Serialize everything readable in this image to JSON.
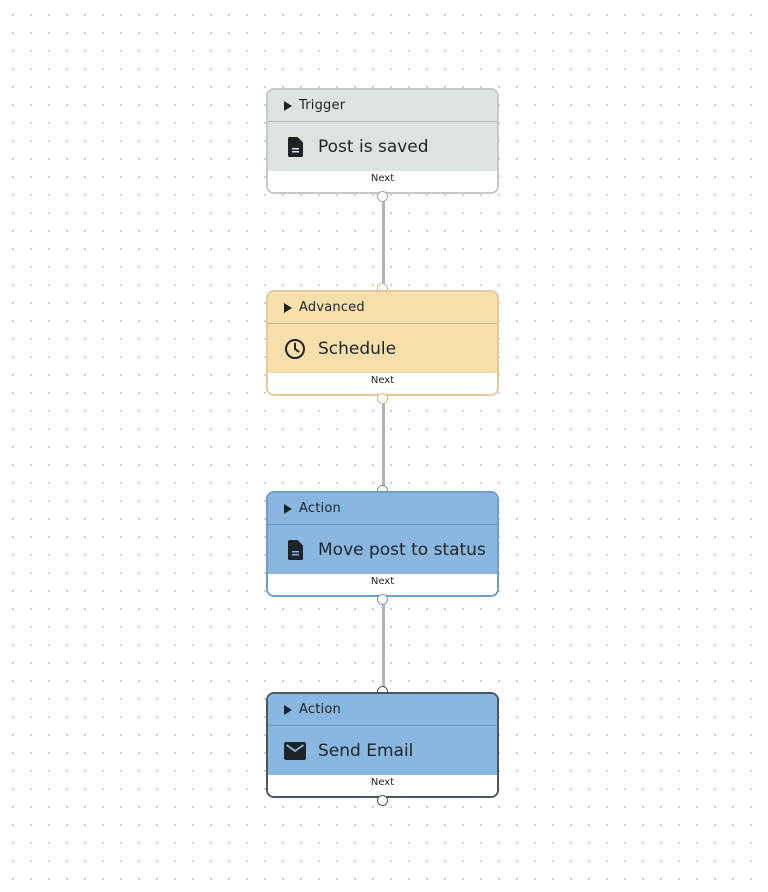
{
  "workflow": {
    "nodes": [
      {
        "type_label": "Trigger",
        "title": "Post is saved",
        "icon": "document-icon",
        "footer": "Next",
        "color": "#dde4df"
      },
      {
        "type_label": "Advanced",
        "title": "Schedule",
        "icon": "clock-icon",
        "footer": "Next",
        "color": "#f7dfab"
      },
      {
        "type_label": "Action",
        "title": "Move post to status",
        "icon": "document-icon",
        "footer": "Next",
        "color": "#8ab7e0"
      },
      {
        "type_label": "Action",
        "title": "Send Email",
        "icon": "mail-icon",
        "footer": "Next",
        "color": "#8ab7e0"
      }
    ]
  }
}
